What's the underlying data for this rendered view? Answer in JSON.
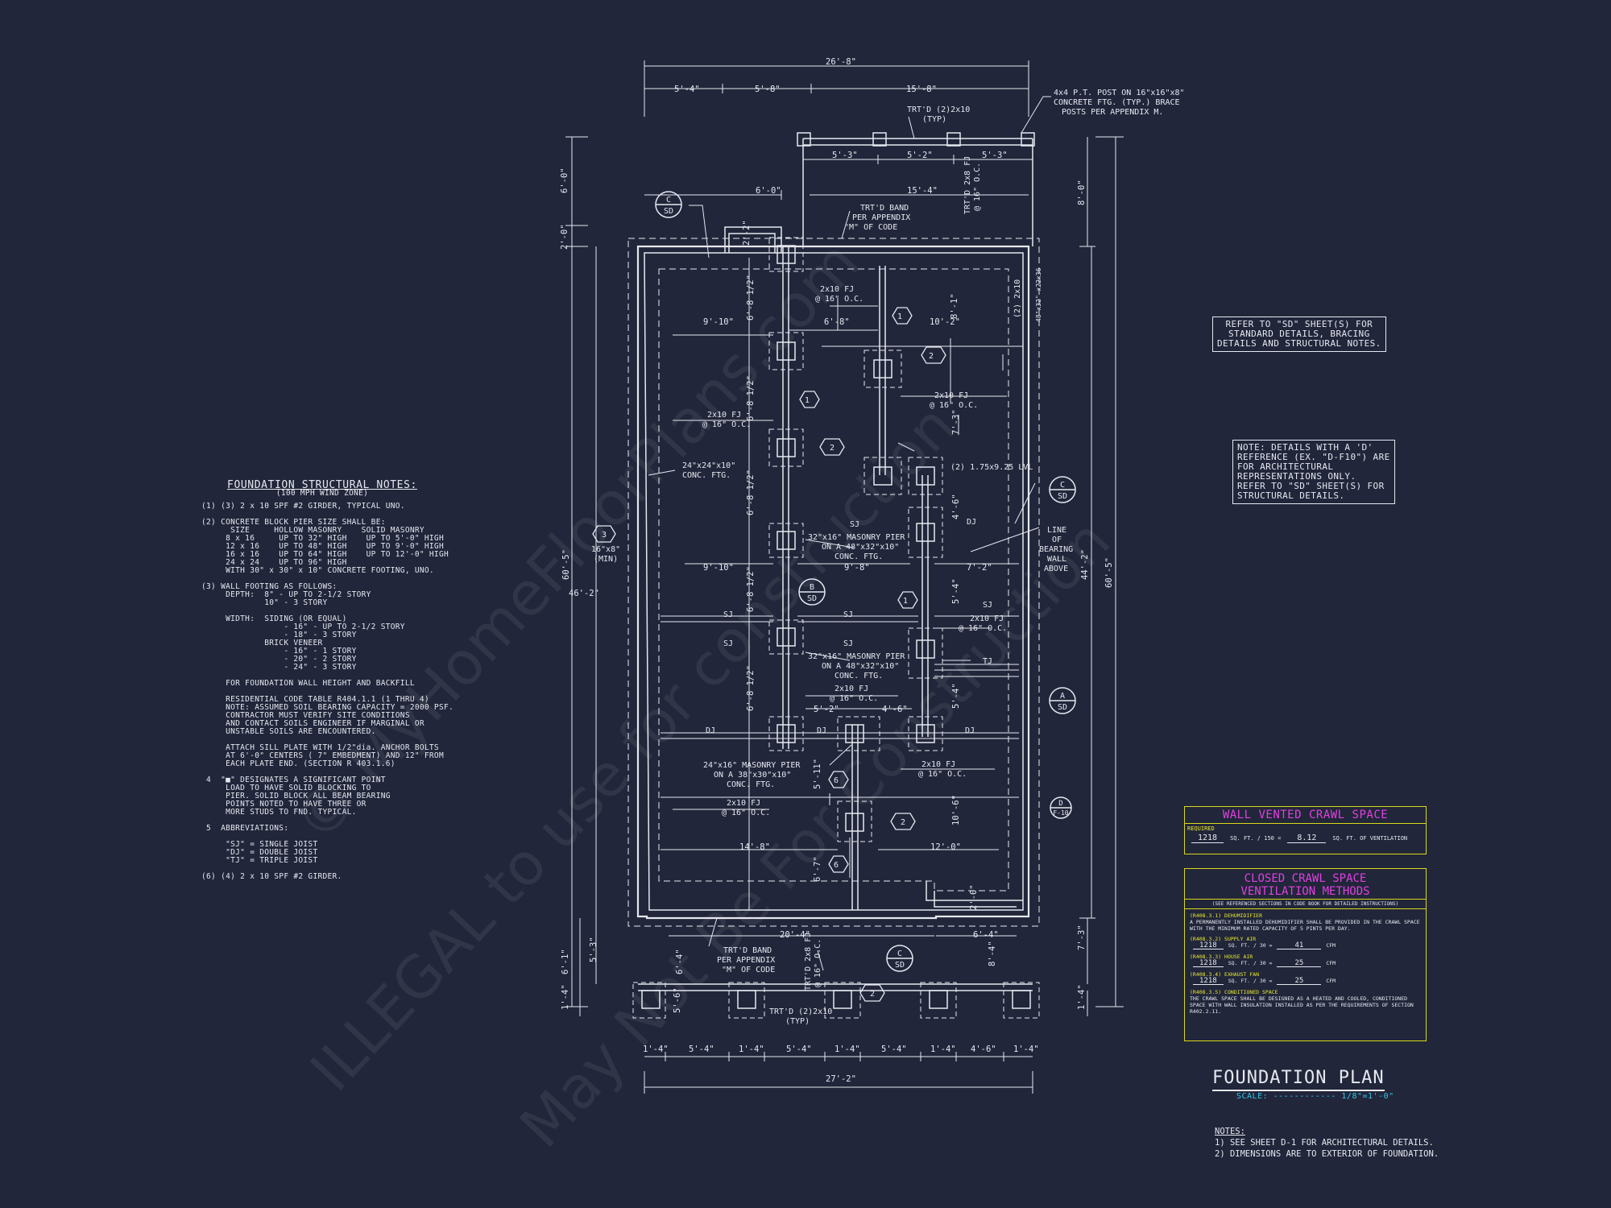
{
  "watermarks": [
    "© MyHomeFloorPlans.com",
    "ILLEGAL to use for construction",
    "May Not Be For Construction"
  ],
  "dimensions": {
    "top_overall": "26'-8\"",
    "top_segments": [
      "5'-4\"",
      "5'-8\"",
      "15'-8\""
    ],
    "porch_segments": [
      "5'-3\"",
      "5'-2\"",
      "5'-3\""
    ],
    "row_6_0": "6'-0\"",
    "row_15_4": "15'-4\"",
    "left_overall": "60'-5\"",
    "left_inner": "46'-2\"",
    "left_6_0": "6'-0\"",
    "left_2_0": "2'-0\"",
    "right_overall": "60'-5\"",
    "right_inner": "44'-2\"",
    "right_8_0": "8'-0\"",
    "right_7_3": "7'-3\"",
    "right_1_4": "1'-4\"",
    "bottom_overall": "27'-2\"",
    "bottom_segments": [
      "1'-4\"",
      "5'-4\"",
      "1'-4\"",
      "5'-4\"",
      "1'-4\"",
      "5'-4\"",
      "1'-4\"",
      "4'-6\"",
      "1'-4\""
    ],
    "bottom_20_4": "20'-4\"",
    "bottom_6_4": "6'-4\"",
    "left_6_1": "6'-1\"",
    "left_5_3": "5'-3\"",
    "left_1_4": "1'-4\"",
    "v_6_4": "6'-4\"",
    "v_8_4": "8'-4\"",
    "v_2_0": "2'-0\"",
    "v_2_2": "2'-2\"",
    "v_5_6": "5'-6\"",
    "int_9_10a": "9'-10\"",
    "int_6_8": "6'-8\"",
    "int_10_2": "10'-2\"",
    "int_8_1": "8'-1\"",
    "int_7_3": "7'-3\"",
    "int_4_6": "4'-6\"",
    "int_9_10b": "9'-10\"",
    "int_9_8": "9'-8\"",
    "int_7_2": "7'-2\"",
    "int_5_4": "5'-4\"",
    "int_5_2": "5'-2\"",
    "int_4_6b": "4'-6\"",
    "int_5_4b": "5'-4\"",
    "int_5_11": "5'-11\"",
    "int_10_6": "10'-6\"",
    "int_14_8": "14'-8\"",
    "int_12_0": "12'-0\"",
    "int_6_7": "6'-7\"",
    "v_6_8a": "6'-8 1/2\"",
    "v_6_8b": "6'-8 1/2\"",
    "v_6_8c": "6'-8 1/2\"",
    "v_6_8d": "6'-8 1/2\"",
    "v_6_8e": "6'-8 1/2\""
  },
  "labels": {
    "post_note": [
      "4x4 P.T. POST ON 16\"x16\"x8\"",
      "CONCRETE FTG. (TYP.) BRACE",
      "POSTS PER APPENDIX M."
    ],
    "trtd_top": [
      "TRT'D (2)2x10",
      "(TYP)"
    ],
    "trtd_band_top": [
      "TRT'D BAND",
      "PER APPENDIX",
      "\"M\" OF CODE"
    ],
    "trtd_fj_top": [
      "TRT'D 2x8 FJ",
      "@ 16\" O.C."
    ],
    "fj_labels": [
      "2x10 FJ",
      "@ 16\" O.C."
    ],
    "conc_24": [
      "24\"x24\"x10\"",
      "CONC. FTG."
    ],
    "lvl": "(2) 1.75x9.25 LVL",
    "masonry_32": [
      "32\"x16\" MASONRY PIER",
      "ON A 48\"x32\"x10\"",
      "CONC. FTG."
    ],
    "masonry_24": [
      "24\"x16\" MASONRY PIER",
      "ON A 38\"x30\"x10\"",
      "CONC. FTG."
    ],
    "pier_3": [
      "16\"x8\"",
      "(MIN)"
    ],
    "bearing": [
      "LINE",
      "OF",
      "BEARING",
      "WALL",
      "ABOVE"
    ],
    "joist_sj": "SJ",
    "joist_dj": "DJ",
    "joist_tj": "TJ",
    "trtd_band_bottom": [
      "TRT'D BAND",
      "PER APPENDIX",
      "\"M\" OF CODE"
    ],
    "trtd_fj_bottom": [
      "TRT'D 2x8 FJ",
      "@ 16\" O.C."
    ],
    "trtd_bottom": [
      "TRT'D (2)2x10",
      "(TYP)"
    ],
    "girder_vert": "(2) 2x10",
    "vert_4x32": "48\"x32\" x22x36",
    "section_sd": "SD",
    "section_c": "C",
    "section_b": "B",
    "section_a": "A",
    "section_d": "D",
    "section_f10": "F-10",
    "tag_1": "1",
    "tag_2": "2",
    "tag_3": "3",
    "tag_6": "6"
  },
  "notes": {
    "title": "FOUNDATION STRUCTURAL NOTES:",
    "subtitle": "(100 MPH WIND ZONE)",
    "lines": [
      "(1) (3) 2 x 10 SPF #2 GIRDER, TYPICAL UNO.",
      "",
      "(2) CONCRETE BLOCK PIER SIZE SHALL BE:",
      "      SIZE     HOLLOW MASONRY    SOLID MASONRY",
      "     8 x 16     UP TO 32\" HIGH    UP TO 5'-0\" HIGH",
      "     12 x 16    UP TO 48\" HIGH    UP TO 9'-0\" HIGH",
      "     16 x 16    UP TO 64\" HIGH    UP TO 12'-0\" HIGH",
      "     24 x 24    UP TO 96\" HIGH",
      "     WITH 30\" x 30\" x 10\" CONCRETE FOOTING, UNO.",
      "",
      "(3) WALL FOOTING AS FOLLOWS:",
      "     DEPTH:  8\" - UP TO 2-1/2 STORY",
      "             10\" - 3 STORY",
      "",
      "     WIDTH:  SIDING (OR EQUAL)",
      "                 - 16\" - UP TO 2-1/2 STORY",
      "                 - 18\" - 3 STORY",
      "             BRICK VENEER",
      "                 - 16\" - 1 STORY",
      "                 - 20\" - 2 STORY",
      "                 - 24\" - 3 STORY",
      "",
      "     FOR FOUNDATION WALL HEIGHT AND BACKFILL",
      "",
      "     RESIDENTIAL CODE TABLE R404.1.1 (1 THRU 4)",
      "     NOTE: ASSUMED SOIL BEARING CAPACITY = 2000 PSF.",
      "     CONTRACTOR MUST VERIFY SITE CONDITIONS",
      "     AND CONTACT SOILS ENGINEER IF MARGINAL OR",
      "     UNSTABLE SOILS ARE ENCOUNTERED.",
      "",
      "     ATTACH SILL PLATE WITH 1/2\"dia. ANCHOR BOLTS",
      "     AT 6'-0\" CENTERS ( 7\" EMBEDMENT) AND 12\" FROM",
      "     EACH PLATE END. (SECTION R 403.1.6)",
      "",
      " 4  \"■\" DESIGNATES A SIGNIFICANT POINT",
      "     LOAD TO HAVE SOLID BLOCKING TO",
      "     PIER. SOLID BLOCK ALL BEAM BEARING",
      "     POINTS NOTED TO HAVE THREE OR",
      "     MORE STUDS TO FND. TYPICAL.",
      "",
      " 5  ABBREVIATIONS:",
      "",
      "     \"SJ\" = SINGLE JOIST",
      "     \"DJ\" = DOUBLE JOIST",
      "     \"TJ\" = TRIPLE JOIST",
      "",
      "(6) (4) 2 x 10 SPF #2 GIRDER."
    ]
  },
  "refer_box": "REFER TO \"SD\" SHEET(S) FOR\nSTANDARD DETAILS, BRACING\nDETAILS AND STRUCTURAL NOTES.",
  "note_box": "NOTE: DETAILS WITH A 'D'\nREFERENCE (EX. \"D-F10\") ARE\nFOR ARCHITECTURAL\nREPRESENTATIONS ONLY.\nREFER TO \"SD\" SHEET(S) FOR\nSTRUCTURAL DETAILS.",
  "wall_vented": {
    "title": "WALL VENTED CRAWL SPACE",
    "required": "REQUIRED",
    "sqft": "1218",
    "div": "SQ. FT. / 150 =",
    "result": "8.12",
    "unit": "SQ. FT. OF VENTILATION"
  },
  "closed_crawl": {
    "title1": "CLOSED CRAWL SPACE",
    "title2": "VENTILATION METHODS",
    "sub": "(SEE REFERENCED SECTIONS IN CODE BOOK FOR DETAILED INSTRUCTIONS)",
    "dehum_h": "(R408.3.1) DEHUMIDIFIER",
    "dehum_t": "A PERMANENTLY INSTALLED DEHUMIDIFIER SHALL BE PROVIDED IN THE CRAWL SPACE WITH THE MINIMUM RATED CAPACITY OF 5 PINTS PER DAY.",
    "supply_h": "(R408.3.2) SUPPLY AIR",
    "house_h": "(R408.3.3) HOUSE AIR",
    "exhaust_h": "(R408.3.4) EXHAUST FAN",
    "sqft": "1218",
    "div": "SQ. FT. / 30 =",
    "supply_v": "41",
    "house_v": "25",
    "exhaust_v": "25",
    "cfm": "CFM",
    "cond_h": "(R408.3.5) CONDITIONED SPACE",
    "cond_t": "THE CRAWL SPACE SHALL BE DESIGNED AS A HEATED AND COOLED, CONDITIONED SPACE WITH WALL INSULATION INSTALLED AS PER THE REQUIREMENTS OF SECTION R402.2.11."
  },
  "title_block": {
    "title": "FOUNDATION PLAN",
    "scale": "SCALE: ------------ 1/8\"=1'-0\""
  },
  "footnotes": {
    "header": "NOTES:",
    "n1": "1)  SEE SHEET D-1 FOR ARCHITECTURAL DETAILS.",
    "n2": "2)  DIMENSIONS ARE TO EXTERIOR OF FOUNDATION."
  },
  "colors": {
    "background": "#21263a",
    "line": "#e6e8f0",
    "yellow": "#d8d81a",
    "magenta": "#e040e0",
    "cyan": "#30c8e8"
  }
}
